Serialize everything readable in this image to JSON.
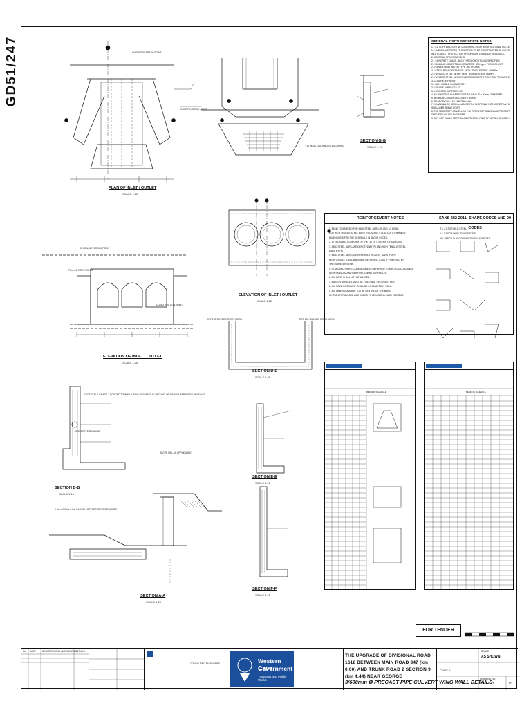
{
  "drawing_number": "GD51/247",
  "notes": {
    "heading": "GENERAL INSITU CONCRETE NOTES:",
    "lines": [
      "1.1  CUT OFF WALLS TO BE CONSTRUCTED AT BOTH INLET AND OUTLET SIDES.",
      "1.2  GABION MATTRESS PROTECTION TO BE CONSTRUCTED AT OUTLET ONLY. EXTENT OF",
      "      INLET/OUTLET PROTECTION SPECIFIED IN DRAINAGE SCHEDULE.",
      "2.   MATERIAL SPECIFICATIONS:",
      "2.1  CONCRETE CLASS : 30/19 THROUGHOUT UN.O SPECIFIED",
      "2.2  MINIMUM CEMENT/BULK CONTENT : 350 kg/m³ THROUGHOUT",
      "2.3  CEMENT AND WATER/TYPE : AS SHOWN",
      "2.4  STEEL REINFORCEMENT : HIGH TENSILE STEEL 450MPa",
      "2.5  WELDED STEEL MESH : HIGH TENSILE STEEL 485MPa",
      "2.6  WELDED STEEL MESH REINFORCEMENT TO CONFORM TO SANS 1024",
      "3.   CONCRETE FINISH:",
      "3.1  NON VISIBLE SURFACES F1",
      "3.2  VISIBLE SURFACES F2",
      "3.3  UNIFORM SURFACES U2",
      "4.   ALL EXPOSED SHARP EDGES TO HAVE 20 x 20mm CHAMFERS.",
      "5.   MINIMUM CONCRETE COVER = 50mm.",
      "6.   REINFORCING LAP LENGTH = 40d.",
      "7.   HEADWALL TO BE 50mm ABOVE FILL SLOPE AND NOT MORE THAN 50mm ABOVE THE",
      "      SHOULDER BREAK POINT.",
      "8.   THE NECESSITY AS WELL AS THE EXTENT OF GABION MATTRESS PROTECTION TO BE",
      "      SPECIFIED BY THE ENGINEER.",
      "9.   CUT OFF WALLS TO FORM AN INTEGRAL PART OF APRON OR BASE SLABS."
    ]
  },
  "views": {
    "plan": {
      "title": "PLAN OF INLET / OUTLET",
      "scale": "SCALE 1:25"
    },
    "elevation_left": {
      "title": "ELEVATION OF INLET / OUTLET",
      "scale": "SCALE 1:25"
    },
    "elevation_right": {
      "title": "ELEVATION OF INLET / OUTLET",
      "scale": "SCALE 1:25"
    },
    "section_gg": {
      "title": "SECTION G-G",
      "scale": "SCALE 1:10"
    },
    "section_dd": {
      "title": "SECTION D-D",
      "scale": "SCALE 1:25"
    },
    "section_bb": {
      "title": "SECTION B-B",
      "scale": "SCALE 1:10"
    },
    "section_ee": {
      "title": "SECTION E-E",
      "scale": "SCALE 1:25"
    },
    "section_aa": {
      "title": "SECTION A-A",
      "scale": "SCALE 1:25"
    },
    "section_ff": {
      "title": "SECTION F-F",
      "scale": "SCALE 1:25"
    }
  },
  "callouts": {
    "shoulder_break": "SHOULDER BREAK POINT",
    "construction_joint": "CONSTRUCTION JOINT",
    "mesh_ref": "REF 193 WELDED STEEL MESH",
    "geotextile": "GEOTEXTILE GRADE 1 BONDED TO WALL USING BITUMINOUS GROUND OR SIMILAR APPROVED PRODUCT",
    "weepholes": "75mm Ø WEEPHOLES",
    "slope_fill": "SLOPE FILL AS APPLICABLE",
    "gabion": "0.3m x 2.0m x 6.0m GABION MATTRESSES IF REQUIRED",
    "concrete_bedding": "CONCRETE BEDDING",
    "galvanized": "Y10 @200 GALVANIZED ANCHORS"
  },
  "reinforcement": {
    "heading": "REINFORCEMENT NOTES",
    "codes_heading": "SANS 282-2011: SHAPE CODES AND 99 CODES",
    "lines": [
      "1.  BEND TO 3.5 BEND FOR MILD STEEL BARS (R) AND 3.5 BEND",
      "    FOR HIGH TENSILE STEEL BARS (Y) UNLESS STATED AS OTHERWISE",
      "    DIMENSIONS FOR THE SCHEDULE IN ABOVE CODES.",
      "2.  STEEL SHALL CONFORM TO THE LATEST EDITION OF SANS 920.",
      "3.  MILD STEEL BARS ARE DENOTED BY (R) AND HIGH TENSILE STEEL",
      "    BARS BY (Y).",
      "4.  MILD STEEL BARS ARE REFERRED TO AS 'R', BARS 'Y' ARE",
      "    HIGH TENSILE STEEL BARS ARE REFERRED TO AS 'Y' PREFIXED BY",
      "    THE DIAMETER IN mm.",
      "5.  STANDARD SHAPE CODE NUMBERS REFERRED TO ARE IN ACCORDANCE",
      "    WITH SANS 282 AND REINFORCEMENT SCHEDULES.",
      "6.  ALL BARS SHALL NOT BE WELDED.",
      "7.  BARS IN BUNDLES MUST BE FIXED AND TIED TOGETHER.",
      "8.  ALL REINFORCEMENT SHALL BE CUT AND BENT COLD.",
      "9.  ALL DIMENSIONS ARE TO THE CENTRE OF THE BARS.",
      "10. THE APPROVED SHAPE CODES TO BE USED IN EACH ELEMENT."
    ],
    "bend_notes": [
      "R = 2.0 FOR MILD STEEL",
      "Y = 3.5 FOR HIGH TENSILE STEEL",
      "ALL BENDS IN ACCORDANCE WITH SANS 282"
    ]
  },
  "schedules": [
    {
      "caption": "BENDING SCHEDULE"
    },
    {
      "caption": "BENDING SCHEDULE"
    }
  ],
  "tender": {
    "label": "FOR TENDER"
  },
  "title_block": {
    "rev_headers": [
      "No",
      "DATE",
      "ADDITIONS AND AMENDMENTS",
      "INITIALS"
    ],
    "consulting": "CONSULTING ENGINEERS",
    "logo_line1": "Western Cape",
    "logo_line2": "Government",
    "logo_line3": "Transport and Public Works",
    "project": "THE UPGRADE OF DIVISIONAL ROAD 1618 BETWEEN MAIN ROAD 347 (km 0.00) AND TRUNK ROAD 2 SECTION 9 (km 4.44) NEAR GEORGE",
    "drawing_title": "3/600mm Ø PRECAST PIPE CULVERT WING WALL DETAILS",
    "scale_label": "SCALE",
    "scale_value": "AS SHOWN",
    "contract": "C1047.01",
    "drawing_no_label": "DRAWING NO.",
    "drawing_no": "GD51/247",
    "rev": "V1",
    "accent": "#1b4f9c"
  }
}
